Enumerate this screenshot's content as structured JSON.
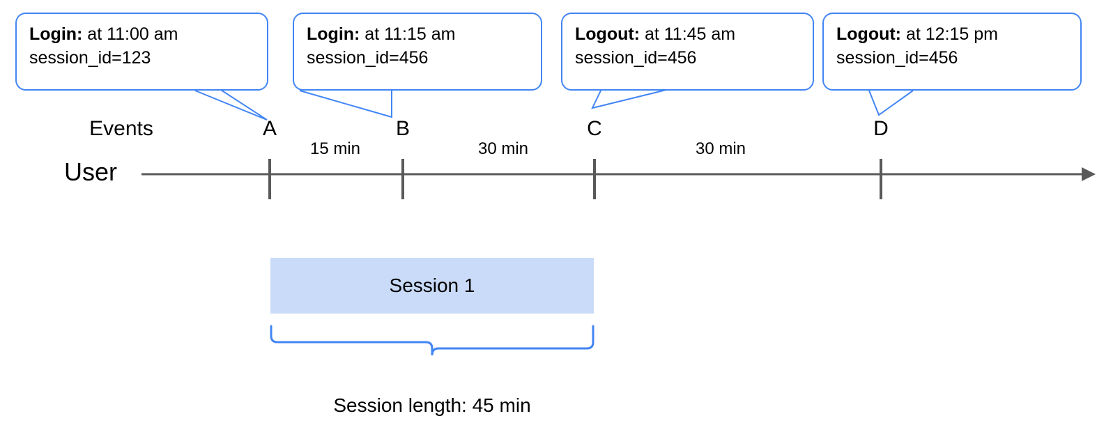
{
  "diagram": {
    "colors": {
      "callout_border": "#4285f4",
      "brace": "#4285f4",
      "session_fill": "#c9dbf8",
      "axis": "#595959",
      "text": "#000000",
      "background": "#ffffff"
    },
    "callouts": [
      {
        "id": "A",
        "event": "Login:",
        "time_text": " at 11:00 am",
        "session_line": "session_id=123"
      },
      {
        "id": "B",
        "event": "Login:",
        "time_text": " at 11:15 am",
        "session_line": "session_id=456"
      },
      {
        "id": "C",
        "event": "Logout:",
        "time_text": " at 11:45 am",
        "session_line": "session_id=456"
      },
      {
        "id": "D",
        "event": "Logout:",
        "time_text": " at 12:15 pm",
        "session_line": "session_id=456"
      }
    ],
    "row_labels": {
      "events": "Events",
      "user": "User"
    },
    "markers": [
      {
        "label": "A"
      },
      {
        "label": "B"
      },
      {
        "label": "C"
      },
      {
        "label": "D"
      }
    ],
    "durations": [
      {
        "label": "15 min",
        "from": "A",
        "to": "B"
      },
      {
        "label": "30 min",
        "from": "B",
        "to": "C"
      },
      {
        "label": "30 min",
        "from": "C",
        "to": "D"
      }
    ],
    "session": {
      "bar_label": "Session 1",
      "caption": "Session length: 45 min"
    }
  }
}
